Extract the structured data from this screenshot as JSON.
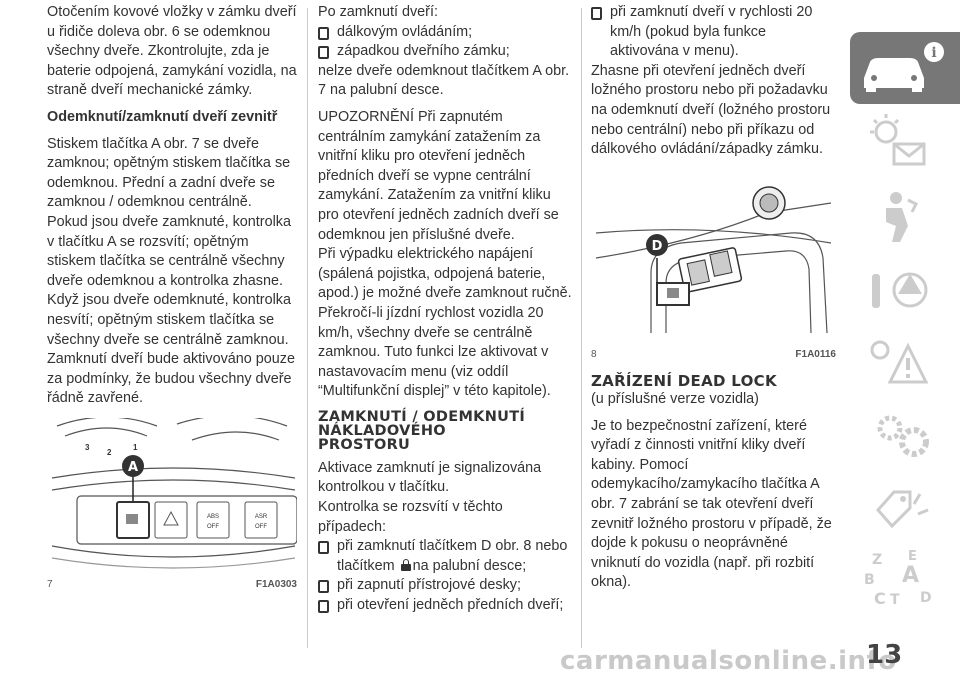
{
  "col1": {
    "p1": "Otočením kovové vložky v zámku dveří u řidiče doleva obr. 6 se odemknou všechny dveře. Zkontrolujte, zda je baterie odpojená, zamykání vozidla, na straně dveří mechanické zámky.",
    "subheading": "Odemknutí/zamknutí dveří zevnitř",
    "p2": "Stiskem tlačítka A obr. 7 se dveře zamknou; opětným stiskem tlačítka se odemknou. Přední a zadní dveře se zamknou / odemknou centrálně.",
    "p3": "Pokud jsou dveře zamknuté, kontrolka v tlačítku A se rozsvítí; opětným stiskem tlačítka se centrálně všechny dveře odemknou a kontrolka zhasne.",
    "p4": "Když jsou dveře odemknuté, kontrolka nesvítí; opětným stiskem tlačítka se všechny dveře se centrálně zamknou.",
    "p5": "Zamknutí dveří bude aktivováno pouze za podmínky, že budou všechny dveře řádně zavřené.",
    "figure": {
      "label": "A",
      "num": "7",
      "code": "F1A0303",
      "knob_numbers": [
        "3",
        "2",
        "1"
      ],
      "abs": "ABS",
      "off": "OFF",
      "asr": "ASR"
    }
  },
  "col2": {
    "intro": "Po zamknutí dveří:",
    "bullets": [
      "dálkovým ovládáním;",
      "západkou dveřního zámku;"
    ],
    "after": "nelze dveře odemknout tlačítkem A obr. 7 na palubní desce.",
    "warning": "UPOZORNĚNÍ Při zapnutém centrálním zamykání zatažením za vnitřní kliku pro otevření jedněch předních dveří se vypne centrální zamykání. Zatažením za vnitřní kliku pro otevření jedněch zadních dveří se odemknou jen příslušné dveře.",
    "power": "Při výpadku elektrického napájení (spálená pojistka, odpojená baterie, apod.) je možné dveře zamknout ručně.",
    "speed": "Překročí-li jízdní rychlost vozidla 20 km/h, všechny dveře se centrálně zamknou. Tuto funkci lze aktivovat v nastavovacím menu (viz oddíl “Multifunkční displej” v této kapitole).",
    "heading_lines": [
      "ZAMKNUTÍ / ODEMKNUTÍ",
      "NÁKLADOVÉHO",
      "PROSTORU"
    ],
    "h_p1": "Aktivace zamknutí je signalizována kontrolkou v tlačítku.",
    "h_p2": "Kontrolka se rozsvítí v těchto případech:",
    "b1_a": "při zamknutí tlačítkem D obr. 8 nebo tlačítkem",
    "b1_b": "na palubní desce;",
    "b2": "při zapnutí přístrojové desky;",
    "b3": "při otevření jedněch předních dveří;"
  },
  "col3": {
    "b4": "při zamknutí dveří v rychlosti 20 km/h (pokud byla funkce aktivována v menu).",
    "p1": "Zhasne při otevření jedněch dveří ložného prostoru nebo při požadavku na odemknutí dveří (ložného prostoru nebo centrální) nebo při příkazu od dálkového ovládání/západky zámku.",
    "figure": {
      "label": "D",
      "num": "8",
      "code": "F1A0116"
    },
    "heading": "ZAŘÍZENÍ DEAD LOCK",
    "subnote": "(u příslušné verze vozidla)",
    "p2": "Je to bezpečnostní zařízení, které vyřadí z činnosti vnitřní kliky dveří kabiny. Pomocí odemykacího/zamykacího tlačítka A obr. 7 zabrání se tak otevření dveří zevnitř ložného prostoru v případě, že dojde k pokusu o neoprávněné vniknutí do vozidla (např. při rozbití okna)."
  },
  "sidebar": {
    "tabs": [
      "car-info-icon",
      "warning-lights-icon",
      "airbag-safety-icon",
      "starting-driving-icon",
      "emergency-icon",
      "maintenance-icon",
      "technical-data-icon",
      "index-icon"
    ],
    "index_letters": [
      "Z",
      "E",
      "A",
      "B",
      "C",
      "T",
      "D"
    ]
  },
  "page_number": "13",
  "watermark": "carmanualsonline.info"
}
